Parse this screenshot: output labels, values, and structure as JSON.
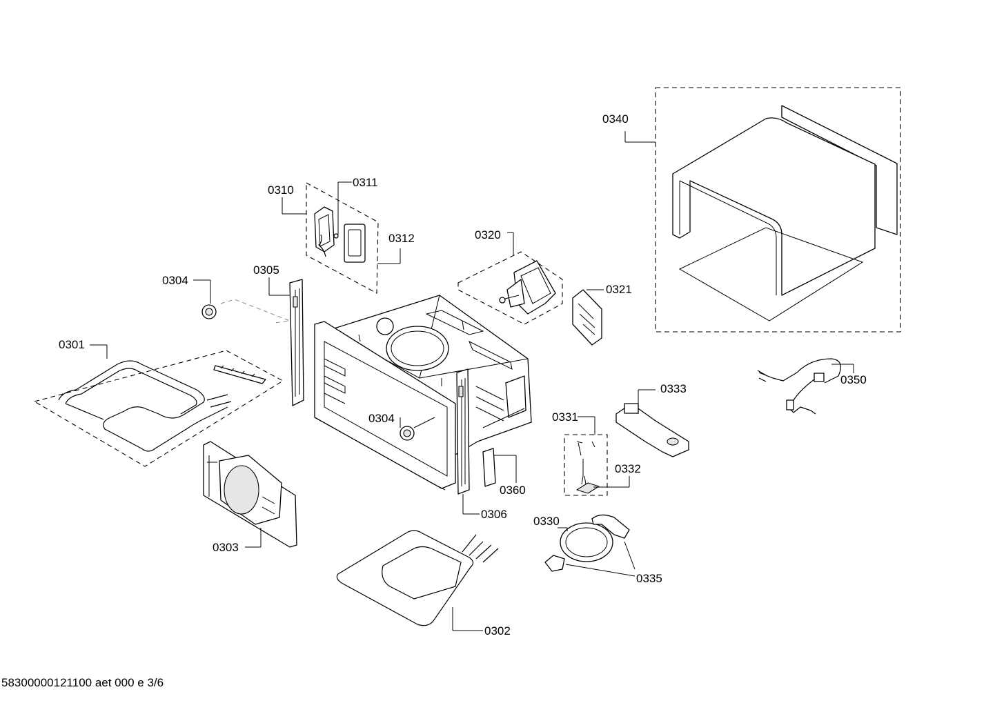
{
  "footer": {
    "text": "58300000121100 aet 000 e 3/6"
  },
  "labels": {
    "l0301": "0301",
    "l0302": "0302",
    "l0303": "0303",
    "l0304a": "0304",
    "l0304b": "0304",
    "l0305": "0305",
    "l0306": "0306",
    "l0310": "0310",
    "l0311": "0311",
    "l0312": "0312",
    "l0320": "0320",
    "l0321": "0321",
    "l0330": "0330",
    "l0331": "0331",
    "l0332": "0332",
    "l0333": "0333",
    "l0335": "0335",
    "l0340": "0340",
    "l0350": "0350",
    "l0360": "0360"
  }
}
